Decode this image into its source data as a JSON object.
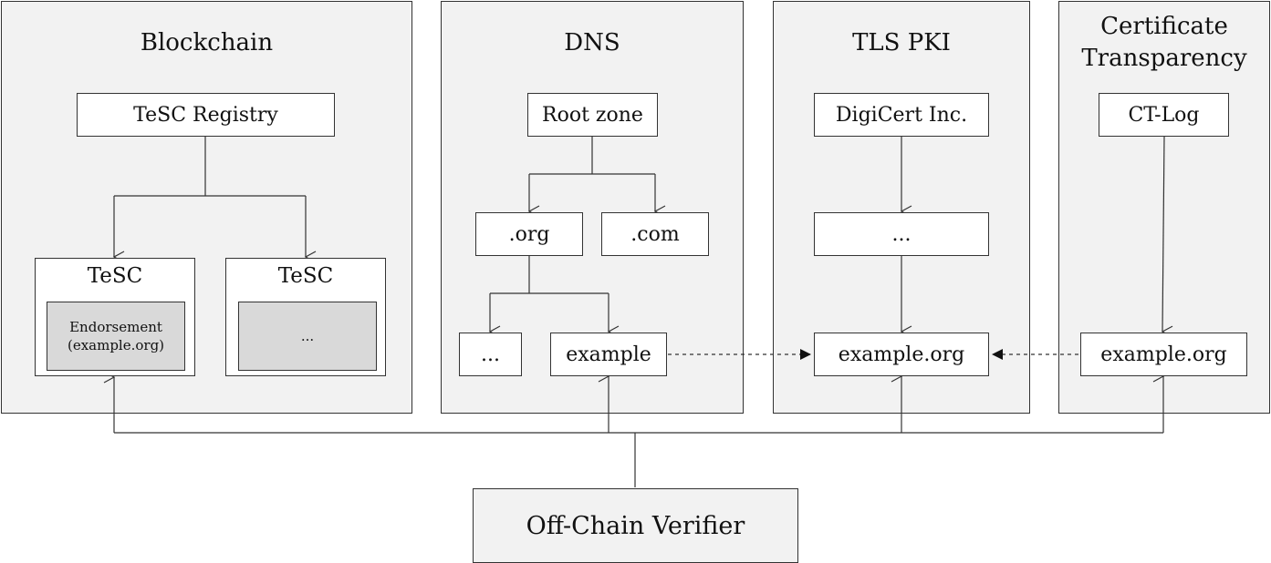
{
  "panels": {
    "blockchain": "Blockchain",
    "dns": "DNS",
    "tls": "TLS PKI",
    "ct_line1": "Certificate",
    "ct_line2": "Transparency"
  },
  "blockchain": {
    "registry": "TeSC Registry",
    "tesc1_title": "TeSC",
    "endorsement_line1": "Endorsement",
    "endorsement_line2": "(example.org)",
    "tesc2_title": "TeSC",
    "tesc2_inner": "..."
  },
  "dns": {
    "root": "Root zone",
    "org": ".org",
    "com": ".com",
    "ellipsis": "...",
    "example": "example"
  },
  "tls": {
    "ca": "DigiCert Inc.",
    "intermediate": "...",
    "leaf": "example.org"
  },
  "ct": {
    "log": "CT-Log",
    "entry": "example.org"
  },
  "verifier": "Off-Chain Verifier"
}
